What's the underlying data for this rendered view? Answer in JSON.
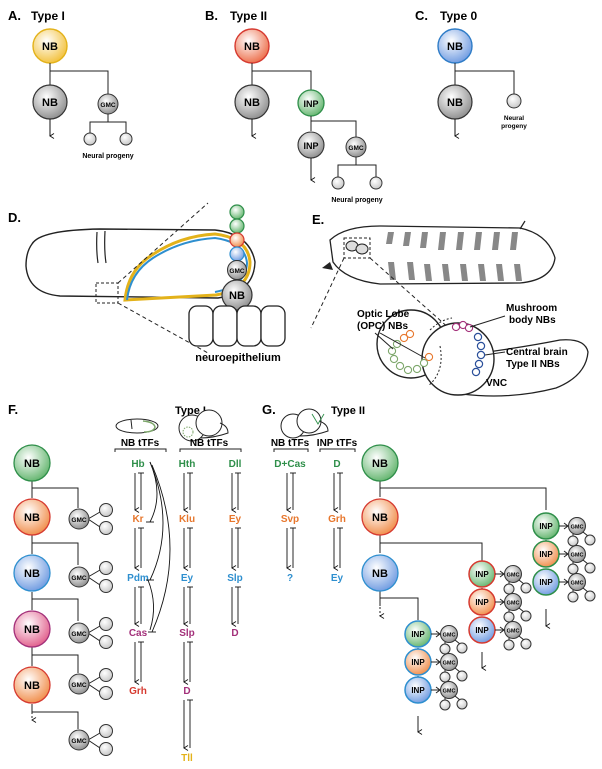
{
  "panels": {
    "a": {
      "letter": "A.",
      "title": "Type I",
      "nb": "NB",
      "gmc": "GMC",
      "progeny": "Neural progeny"
    },
    "b": {
      "letter": "B.",
      "title": "Type II",
      "nb": "NB",
      "inp": "INP",
      "gmc": "GMC",
      "progeny": "Neural progeny"
    },
    "c": {
      "letter": "C.",
      "title": "Type 0",
      "nb": "NB",
      "progeny1": "Neural",
      "progeny2": "progeny"
    },
    "d": {
      "letter": "D.",
      "gmc": "GMC",
      "nb": "NB",
      "epithelium": "neuroepithelium"
    },
    "e": {
      "letter": "E.",
      "opc1": "Optic Lobe",
      "opc2": "(OPC) NBs",
      "mb1": "Mushroom",
      "mb2": "body NBs",
      "cb1": "Central brain",
      "cb2": "Type II NBs",
      "vnc": "VNC"
    },
    "f": {
      "letter": "F.",
      "title": "Type I",
      "nb_tfs": "NB tTFs",
      "nb_tfs2": "NB tTFs",
      "nb": "NB",
      "gmc": "GMC",
      "col1": [
        "Hb",
        "Kr",
        "Pdm",
        "Cas",
        "Grh"
      ],
      "col2": [
        "Hth",
        "Klu",
        "Ey",
        "Slp",
        "D",
        "Tll"
      ],
      "col3": [
        "Dll",
        "Ey",
        "Slp",
        "D"
      ]
    },
    "g": {
      "letter": "G.",
      "title": "Type II",
      "nb_tfs": "NB tTFs",
      "inp_tfs": "INP tTFs",
      "nb": "NB",
      "inp": "INP",
      "gmc": "GMC",
      "col1": [
        "D+Cas",
        "Svp",
        "?"
      ],
      "col2": [
        "D",
        "Grh",
        "Ey"
      ]
    }
  },
  "colors": {
    "green": "#2f8f4a",
    "orange": "#e7772d",
    "blue": "#2e8fcf",
    "magenta": "#a3307a",
    "red": "#d63a30",
    "yellow": "#e3b21a",
    "gray": "#6f6f6f"
  }
}
